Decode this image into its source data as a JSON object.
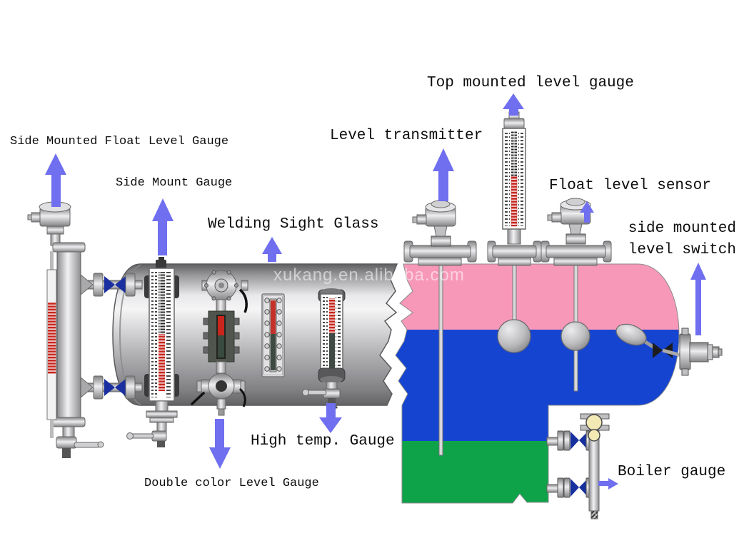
{
  "diagram": {
    "watermark": "xukang.en.alibaba.com",
    "labels": {
      "side_mounted_float_level_gauge": "Side Mounted Float Level Gauge",
      "side_mount_gauge": "Side Mount Gauge",
      "welding_sight_glass": "Welding Sight Glass",
      "level_transmitter": "Level transmitter",
      "top_mounted_level_gauge": "Top mounted level gauge",
      "float_level_sensor": "Float level sensor",
      "side_mounted_level_switch_line1": "side mounted",
      "side_mounted_level_switch_line2": "level switch",
      "high_temp_gauge": "High temp. Gauge",
      "double_color_level_gauge": "Double color Level Gauge",
      "boiler_gauge": "Boiler gauge"
    },
    "colors": {
      "vapor_pink": "#f898b8",
      "liquid_blue": "#1544d0",
      "bottom_green": "#0ea249",
      "arrow_blue": "#6f6ff0",
      "indicator_red": "#c8251d",
      "valve_navy": "#1a2fa0"
    }
  }
}
